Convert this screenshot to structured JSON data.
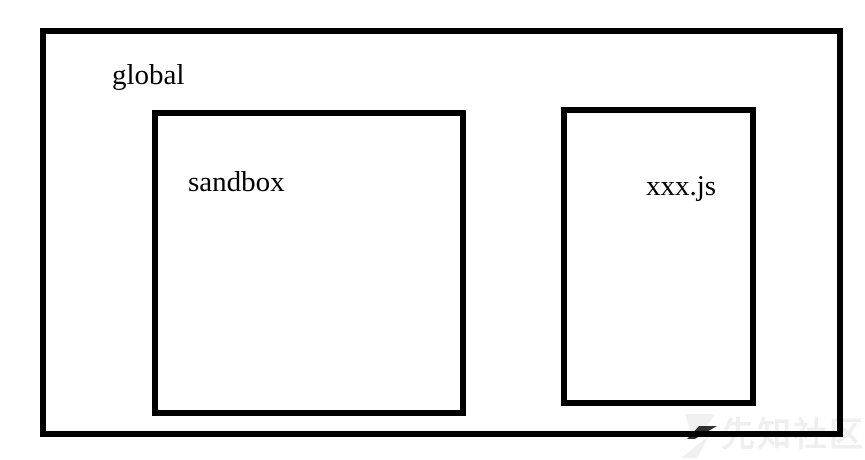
{
  "diagram": {
    "outer_label": "global",
    "boxes": [
      {
        "id": "sandbox",
        "label": "sandbox"
      },
      {
        "id": "xxxjs",
        "label": "xxx.js"
      }
    ]
  },
  "watermark": {
    "text": "先知社区",
    "logo": "lightning-bolt-logo"
  },
  "colors": {
    "background": "#ffffff",
    "border": "#000000",
    "label_text": "#000000",
    "watermark_text": "#efefef",
    "watermark_logo_dark": "#2e2e2e",
    "watermark_logo_light": "#f0f0f0"
  }
}
